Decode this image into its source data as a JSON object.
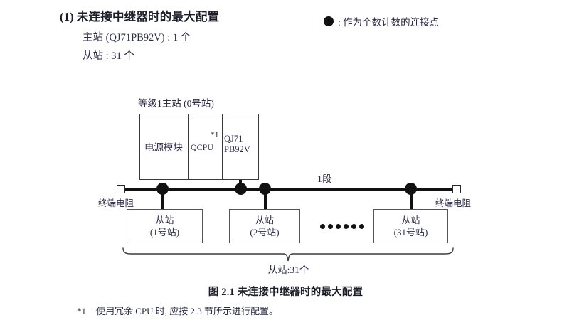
{
  "section": {
    "number": "(1)",
    "title": "未连接中继器时的最大配置",
    "lines": [
      "主站 (QJ71PB92V) : 1 个",
      "从站 : 31 个"
    ]
  },
  "legend": {
    "marker": "filled-circle",
    "text": ": 作为个数计数的连接点"
  },
  "diagram": {
    "rack": {
      "top_label": "等级1主站 (0号站)",
      "slots": [
        {
          "label": "电源模块"
        },
        {
          "label": "QCPU",
          "footnote_mark": "*1"
        },
        {
          "label_line1": "QJ71",
          "label_line2": "PB92V"
        }
      ]
    },
    "bus": {
      "segment_label": "1段",
      "terminator_left_label": "终端电阻",
      "terminator_right_label": "终端电阻"
    },
    "slaves": [
      {
        "name": "从站",
        "station": "(1号站)"
      },
      {
        "name": "从站",
        "station": "(2号站)"
      },
      {
        "name": "从站",
        "station": "(31号站)"
      }
    ],
    "brace_label": "从站:31个"
  },
  "caption": "图 2.1  未连接中继器时的最大配置",
  "footnote": {
    "mark": "*1",
    "text": "使用冗余 CPU 时, 应按 2.3 节所示进行配置。"
  }
}
